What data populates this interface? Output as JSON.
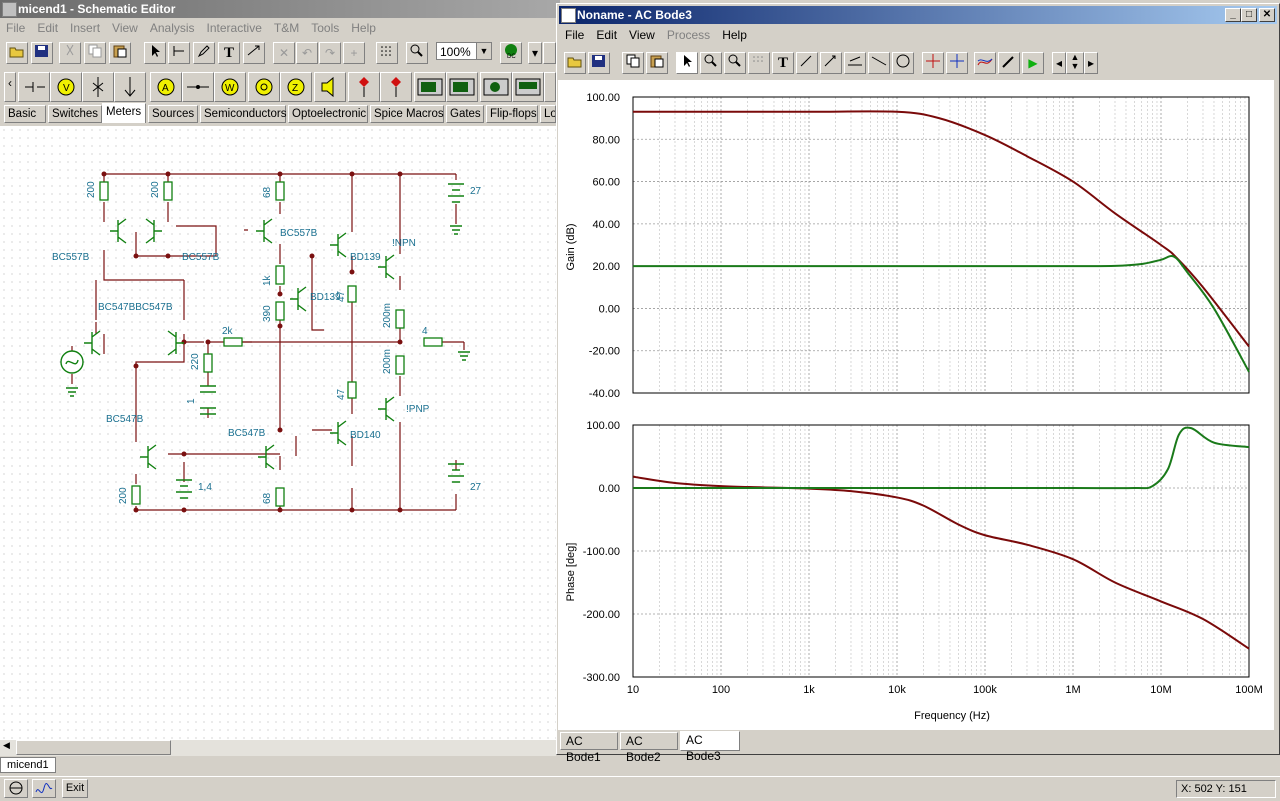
{
  "schematic": {
    "title": "micend1 - Schematic Editor",
    "menu": [
      "File",
      "Edit",
      "Insert",
      "View",
      "Analysis",
      "Interactive",
      "T&M",
      "Tools",
      "Help"
    ],
    "zoom": "100%",
    "tabs": [
      "Basic",
      "Switches",
      "Meters",
      "Sources",
      "Semiconductors",
      "Optoelectronic",
      "Spice Macros",
      "Gates",
      "Flip-flops",
      "Lo"
    ],
    "active_tab": "Meters",
    "labels": {
      "r200a": "200",
      "r200b": "200",
      "r68a": "68",
      "bat27a": "27",
      "bc557b_a": "BC557B",
      "bc557b_b": "BC557B",
      "bc557b_c": "BC557B",
      "bd139a": "BD139",
      "npn": "!NPN",
      "r1k": "1k",
      "bd139b": "BD139",
      "r390": "390",
      "r47a": "47",
      "r200m_a": "200m",
      "bc547b_pair": "BC547BBC547B",
      "r2k": "2k",
      "r4": "4",
      "c220": "220",
      "c1": "1",
      "r200m_b": "200m",
      "r47b": "47",
      "pnp": "!PNP",
      "bc547b_a": "BC547B",
      "bc547b_b": "BC547B",
      "bd140": "BD140",
      "bat1_4": "1,4",
      "r200c": "200",
      "r68b": "68",
      "bat27b": "27"
    },
    "document_tab": "micend1"
  },
  "bode": {
    "title": "Noname - AC Bode3",
    "menu": [
      "File",
      "Edit",
      "View",
      "Process",
      "Help"
    ],
    "menu_disabled": [
      "Process"
    ],
    "tabs": [
      "AC Bode1",
      "AC Bode2",
      "AC Bode3"
    ],
    "active_tab": "AC Bode3"
  },
  "status": {
    "exit_label": "Exit",
    "coords": "X: 502  Y: 151"
  },
  "chart_data": [
    {
      "type": "line",
      "xscale": "log",
      "xlim": [
        10,
        100000000
      ],
      "x_ticks": [
        "10",
        "100",
        "1k",
        "10k",
        "100k",
        "1M",
        "10M",
        "100M"
      ],
      "ylabel": "Gain (dB)",
      "ylim": [
        -40,
        100
      ],
      "y_ticks": [
        "100.00",
        "80.00",
        "60.00",
        "40.00",
        "20.00",
        "0.00",
        "-20.00",
        "-40.00"
      ],
      "grid": true,
      "colors": [
        "#7a0a0a",
        "#1a7a1a"
      ],
      "series": [
        {
          "x": [
            10,
            100,
            1000,
            10000,
            30000,
            100000,
            300000,
            1000000,
            3000000,
            10000000,
            15000000,
            30000000,
            100000000
          ],
          "values": [
            93,
            93,
            93,
            93,
            90,
            82,
            72,
            60,
            45,
            30,
            24,
            10,
            -18
          ]
        },
        {
          "x": [
            10,
            100,
            1000,
            10000,
            100000,
            1000000,
            3000000,
            6000000,
            10000000,
            14000000,
            20000000,
            40000000,
            100000000
          ],
          "values": [
            20,
            20,
            20,
            20,
            20,
            20,
            20.1,
            21,
            23,
            24.5,
            17,
            0,
            -30
          ]
        }
      ]
    },
    {
      "type": "line",
      "xscale": "log",
      "xlim": [
        10,
        100000000
      ],
      "x_ticks": [
        "10",
        "100",
        "1k",
        "10k",
        "100k",
        "1M",
        "10M",
        "100M"
      ],
      "xlabel": "Frequency (Hz)",
      "ylabel": "Phase [deg]",
      "ylim": [
        -300,
        100
      ],
      "y_ticks": [
        "100.00",
        "0.00",
        "-100.00",
        "-200.00",
        "-300.00"
      ],
      "grid": true,
      "colors": [
        "#7a0a0a",
        "#1a7a1a"
      ],
      "series": [
        {
          "x": [
            10,
            30,
            100,
            300,
            1000,
            3000,
            10000,
            20000,
            50000,
            100000,
            300000,
            1000000,
            3000000,
            10000000,
            30000000,
            100000000
          ],
          "values": [
            18,
            8,
            3,
            1,
            -1,
            -5,
            -15,
            -28,
            -58,
            -75,
            -90,
            -113,
            -150,
            -180,
            -208,
            -255
          ]
        },
        {
          "x": [
            10,
            100,
            1000,
            10000,
            100000,
            1000000,
            5000000,
            8000000,
            12000000,
            16000000,
            22000000,
            40000000,
            100000000
          ],
          "values": [
            0,
            0,
            0,
            0,
            0,
            0,
            0,
            3,
            30,
            85,
            95,
            72,
            65
          ]
        }
      ]
    }
  ]
}
